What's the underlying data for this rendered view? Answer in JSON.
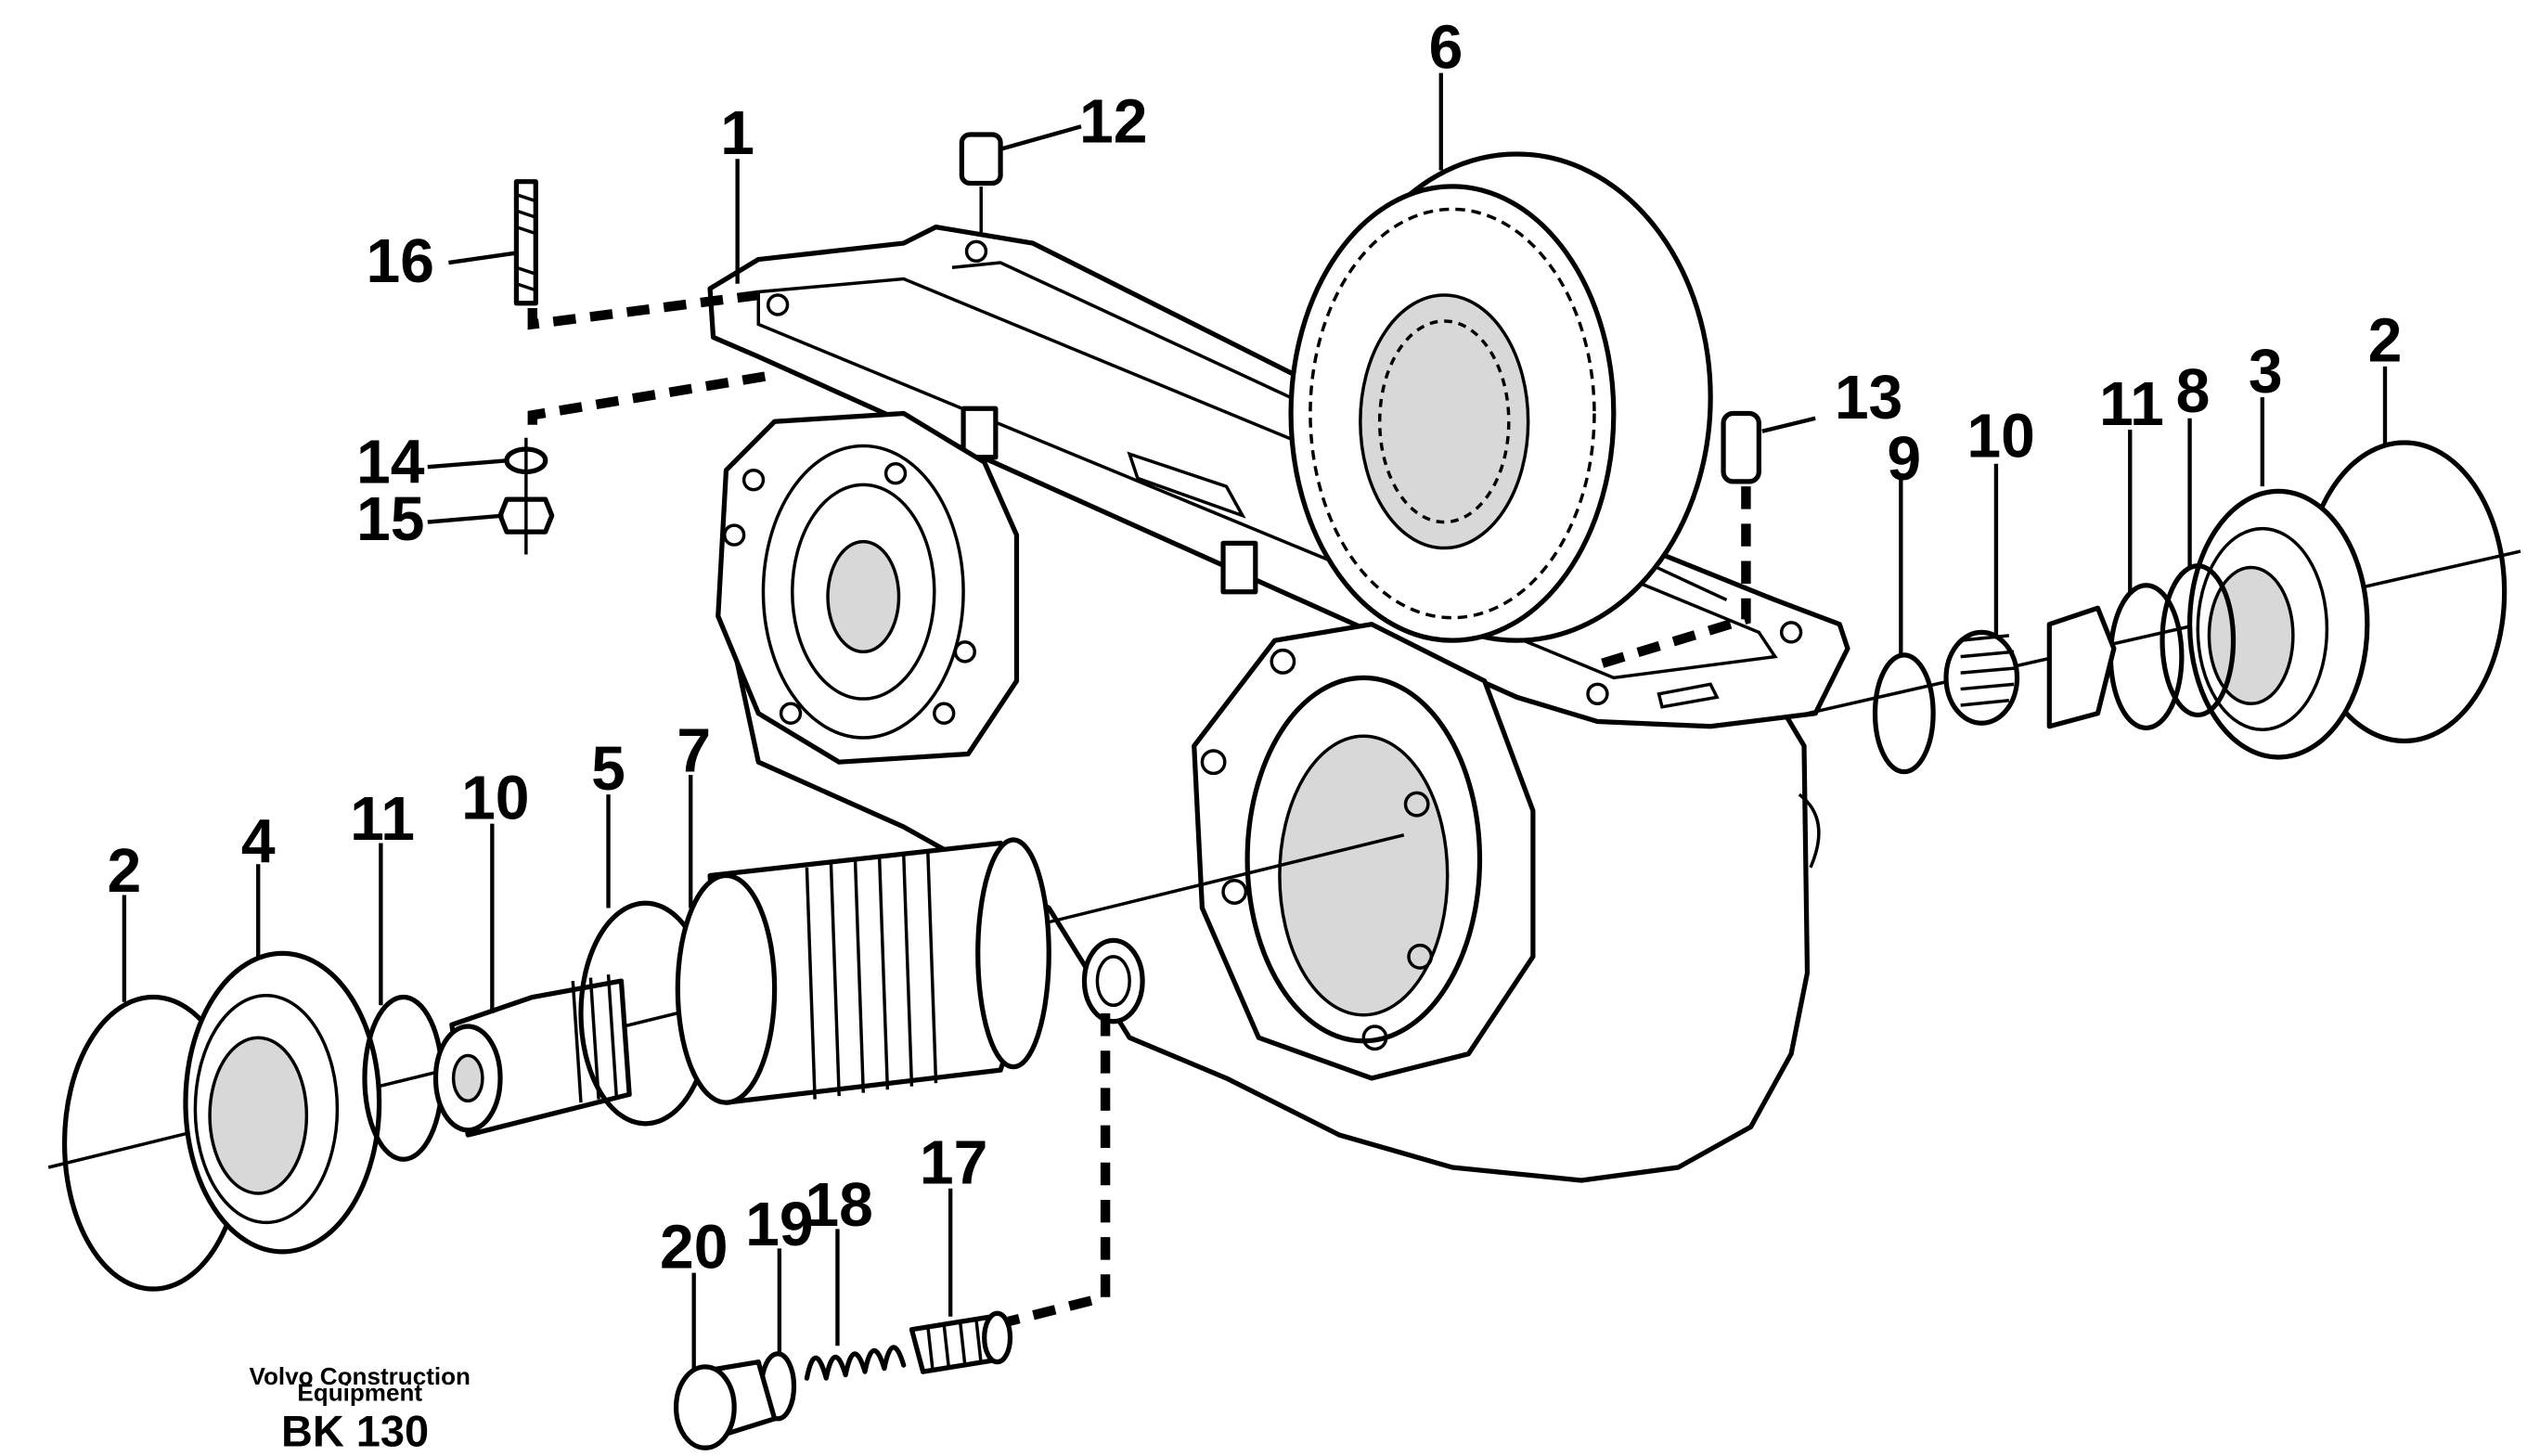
{
  "callouts": {
    "c1": "1",
    "c2a": "2",
    "c2b": "2",
    "c3": "3",
    "c4": "4",
    "c5": "5",
    "c6": "6",
    "c7": "7",
    "c8": "8",
    "c9": "9",
    "c10a": "10",
    "c10b": "10",
    "c11a": "11",
    "c11b": "11",
    "c12": "12",
    "c13": "13",
    "c14": "14",
    "c15": "15",
    "c16": "16",
    "c17": "17",
    "c18": "18",
    "c19": "19",
    "c20": "20"
  },
  "footer": {
    "company_line1": "Volvo Construction",
    "company_line2": "Equipment",
    "reference": "BK 130"
  }
}
